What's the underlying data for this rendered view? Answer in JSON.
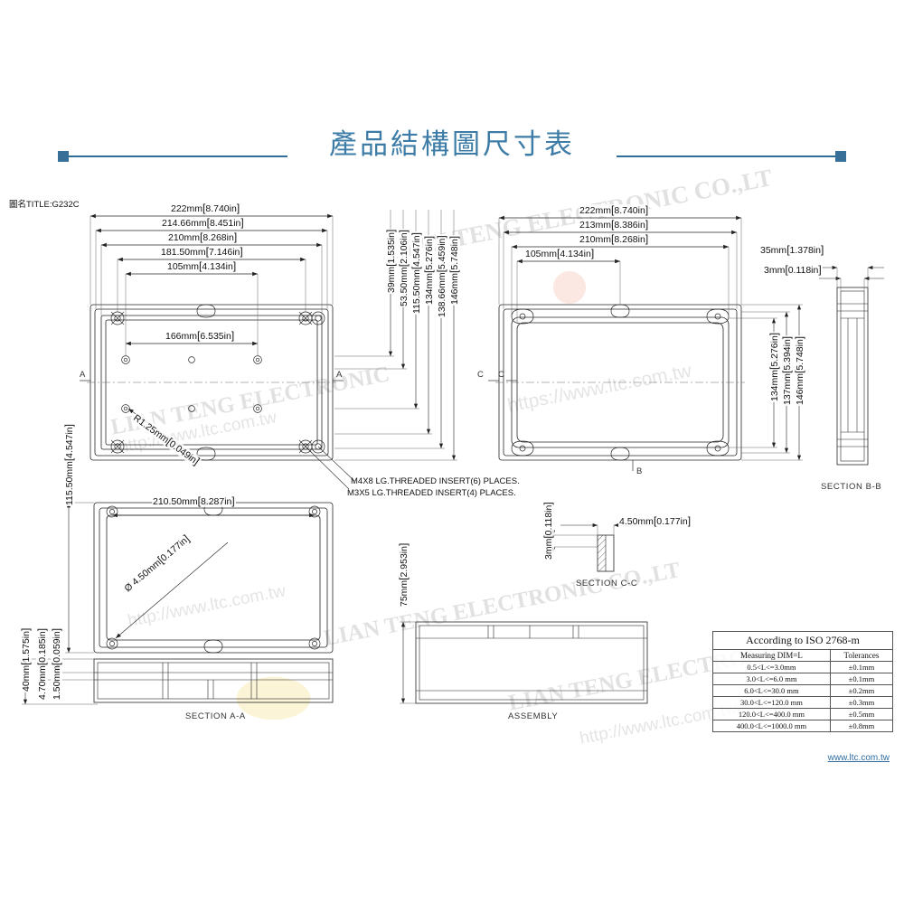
{
  "header": {
    "title": "產品結構圖尺寸表"
  },
  "title_block": {
    "text": "圖名TITLE:G232C"
  },
  "views": {
    "top_left": {
      "name": "top-view",
      "horizontal_dims": [
        {
          "mm": "222mm",
          "in": "8.740in"
        },
        {
          "mm": "214.66mm",
          "in": "8.451in"
        },
        {
          "mm": "210mm",
          "in": "8.268in"
        },
        {
          "mm": "181.50mm",
          "in": "7.146in"
        },
        {
          "mm": "105mm",
          "in": "4.134in"
        }
      ],
      "internal_dims": [
        {
          "mm": "166mm",
          "in": "6.535in"
        },
        {
          "mm": "R1.25mm",
          "in": "0.049in"
        }
      ],
      "section_marks": [
        "A",
        "A"
      ]
    },
    "middle_vertical_dims": [
      {
        "mm": "39mm",
        "in": "1.535in"
      },
      {
        "mm": "53.50mm",
        "in": "2.106in"
      },
      {
        "mm": "115.50mm",
        "in": "4.547in"
      },
      {
        "mm": "134mm",
        "in": "5.276in"
      },
      {
        "mm": "138.66mm",
        "in": "5.459in"
      },
      {
        "mm": "146mm",
        "in": "5.748in"
      }
    ],
    "top_right": {
      "name": "bottom-view",
      "horizontal_dims": [
        {
          "mm": "222mm",
          "in": "8.740in"
        },
        {
          "mm": "213mm",
          "in": "8.386in"
        },
        {
          "mm": "210mm",
          "in": "8.268in"
        },
        {
          "mm": "105mm",
          "in": "4.134in"
        }
      ],
      "vertical_dims": [
        {
          "mm": "134mm",
          "in": "5.276in"
        },
        {
          "mm": "137mm",
          "in": "5.394in"
        },
        {
          "mm": "146mm",
          "in": "5.748in"
        }
      ],
      "section_marks": [
        "C",
        "C",
        "B"
      ]
    },
    "section_bb": {
      "label": "SECTION B-B",
      "dims": [
        {
          "mm": "35mm",
          "in": "1.378in"
        },
        {
          "mm": "3mm",
          "in": "0.118in"
        }
      ]
    },
    "bottom_left": {
      "name": "section-a-a-view",
      "label": "SECTION A-A",
      "horizontal_dims": [
        {
          "mm": "210.50mm",
          "in": "8.287in"
        }
      ],
      "diameter_dim": {
        "mm": "Ø 4.50mm",
        "in": "0.177in"
      },
      "vertical_dims": [
        {
          "mm": "40mm",
          "in": "1.575in"
        },
        {
          "mm": "4.70mm",
          "in": "0.185in"
        },
        {
          "mm": "1.50mm",
          "in": "0.059in"
        },
        {
          "mm": "115.50mm",
          "in": "4.547in"
        }
      ]
    },
    "section_cc": {
      "label": "SECTION C-C",
      "dims": [
        {
          "mm": "4.50mm",
          "in": "0.177in"
        },
        {
          "mm": "3mm",
          "in": "0.118in"
        }
      ]
    },
    "assembly": {
      "label": "ASSEMBLY",
      "dims": [
        {
          "mm": "75mm",
          "in": "2.953in"
        }
      ]
    }
  },
  "notes": [
    "M4X8 LG.THREADED INSERT(6) PLACES.",
    "M3X5 LG.THREADED INSERT(4) PLACES."
  ],
  "tolerance_table": {
    "caption": "According to ISO 2768-m",
    "headers": [
      "Measuring  DIM=L",
      "Tolerances"
    ],
    "rows": [
      [
        "0.5<L<=3.0mm",
        "±0.1mm"
      ],
      [
        "3.0<L<=6.0 mm",
        "±0.1mm"
      ],
      [
        "6.0<L<=30.0 mm",
        "±0.2mm"
      ],
      [
        "30.0<L<=120.0 mm",
        "±0.3mm"
      ],
      [
        "120.0<L<=400.0 mm",
        "±0.5mm"
      ],
      [
        "400.0<L<=1000.0 mm",
        "±0.8mm"
      ]
    ]
  },
  "footer": {
    "website": "www.ltc.com.tw"
  },
  "watermarks": [
    "LIAN TENG ELECTRONIC CO.,LT",
    "https://www.ltc.com.tw",
    "LIAN TENG ELECTRONIC",
    "http://www.ltc.com.tw"
  ],
  "colors": {
    "accent": "#3d7ca6",
    "rule": "#2e6e99",
    "line": "#262626",
    "link": "#2f6ea3"
  }
}
